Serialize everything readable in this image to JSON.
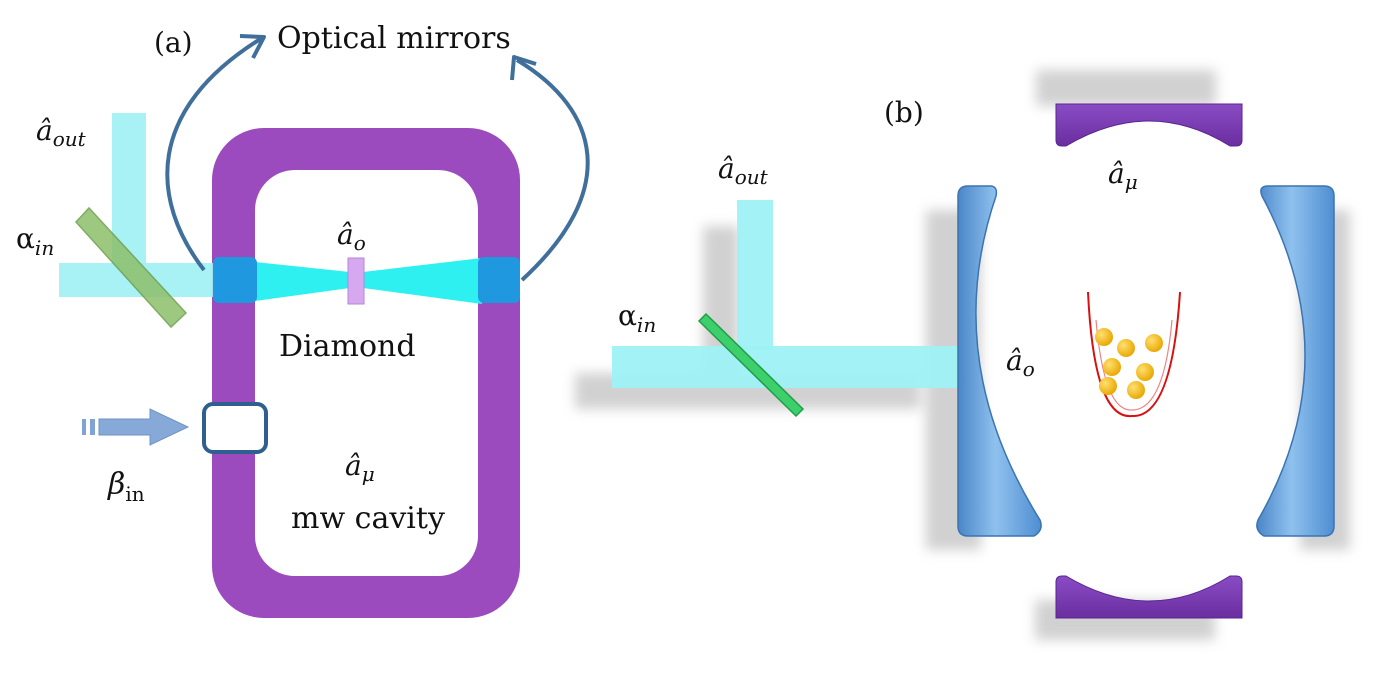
{
  "panel_a": {
    "tag": "(a)",
    "mirrors_label": "Optical mirrors",
    "a_out": {
      "base": "â",
      "sub": "out"
    },
    "alpha_in": {
      "base": "α",
      "sub": "in"
    },
    "a_o": {
      "base": "â",
      "sub": "o"
    },
    "diamond_label": "Diamond",
    "beta_in": {
      "base": "β",
      "sub": "in"
    },
    "a_mu": {
      "base": "â",
      "sub": "μ"
    },
    "cavity_label": "mw cavity"
  },
  "panel_b": {
    "tag": "(b)",
    "a_out": {
      "base": "â",
      "sub": "out"
    },
    "alpha_in": {
      "base": "α",
      "sub": "in"
    },
    "a_mu": {
      "base": "â",
      "sub": "μ"
    },
    "a_o": {
      "base": "â",
      "sub": "o"
    }
  },
  "colors": {
    "mw_cavity": "#9b4bbd",
    "optical_beam": "#9ef1f4",
    "beam_core": "#2ff0f0",
    "mirror_blue": "#1f98e0",
    "arrow": "#3f6f9a",
    "beam_splitter_a": "#8dbf6a",
    "beam_splitter_b": "#3ccf6c",
    "mirror_b": "#5b9bd8",
    "mirror_b_purple": "#7a3db0",
    "atoms": "#f5b800",
    "trap": "#d81010"
  }
}
